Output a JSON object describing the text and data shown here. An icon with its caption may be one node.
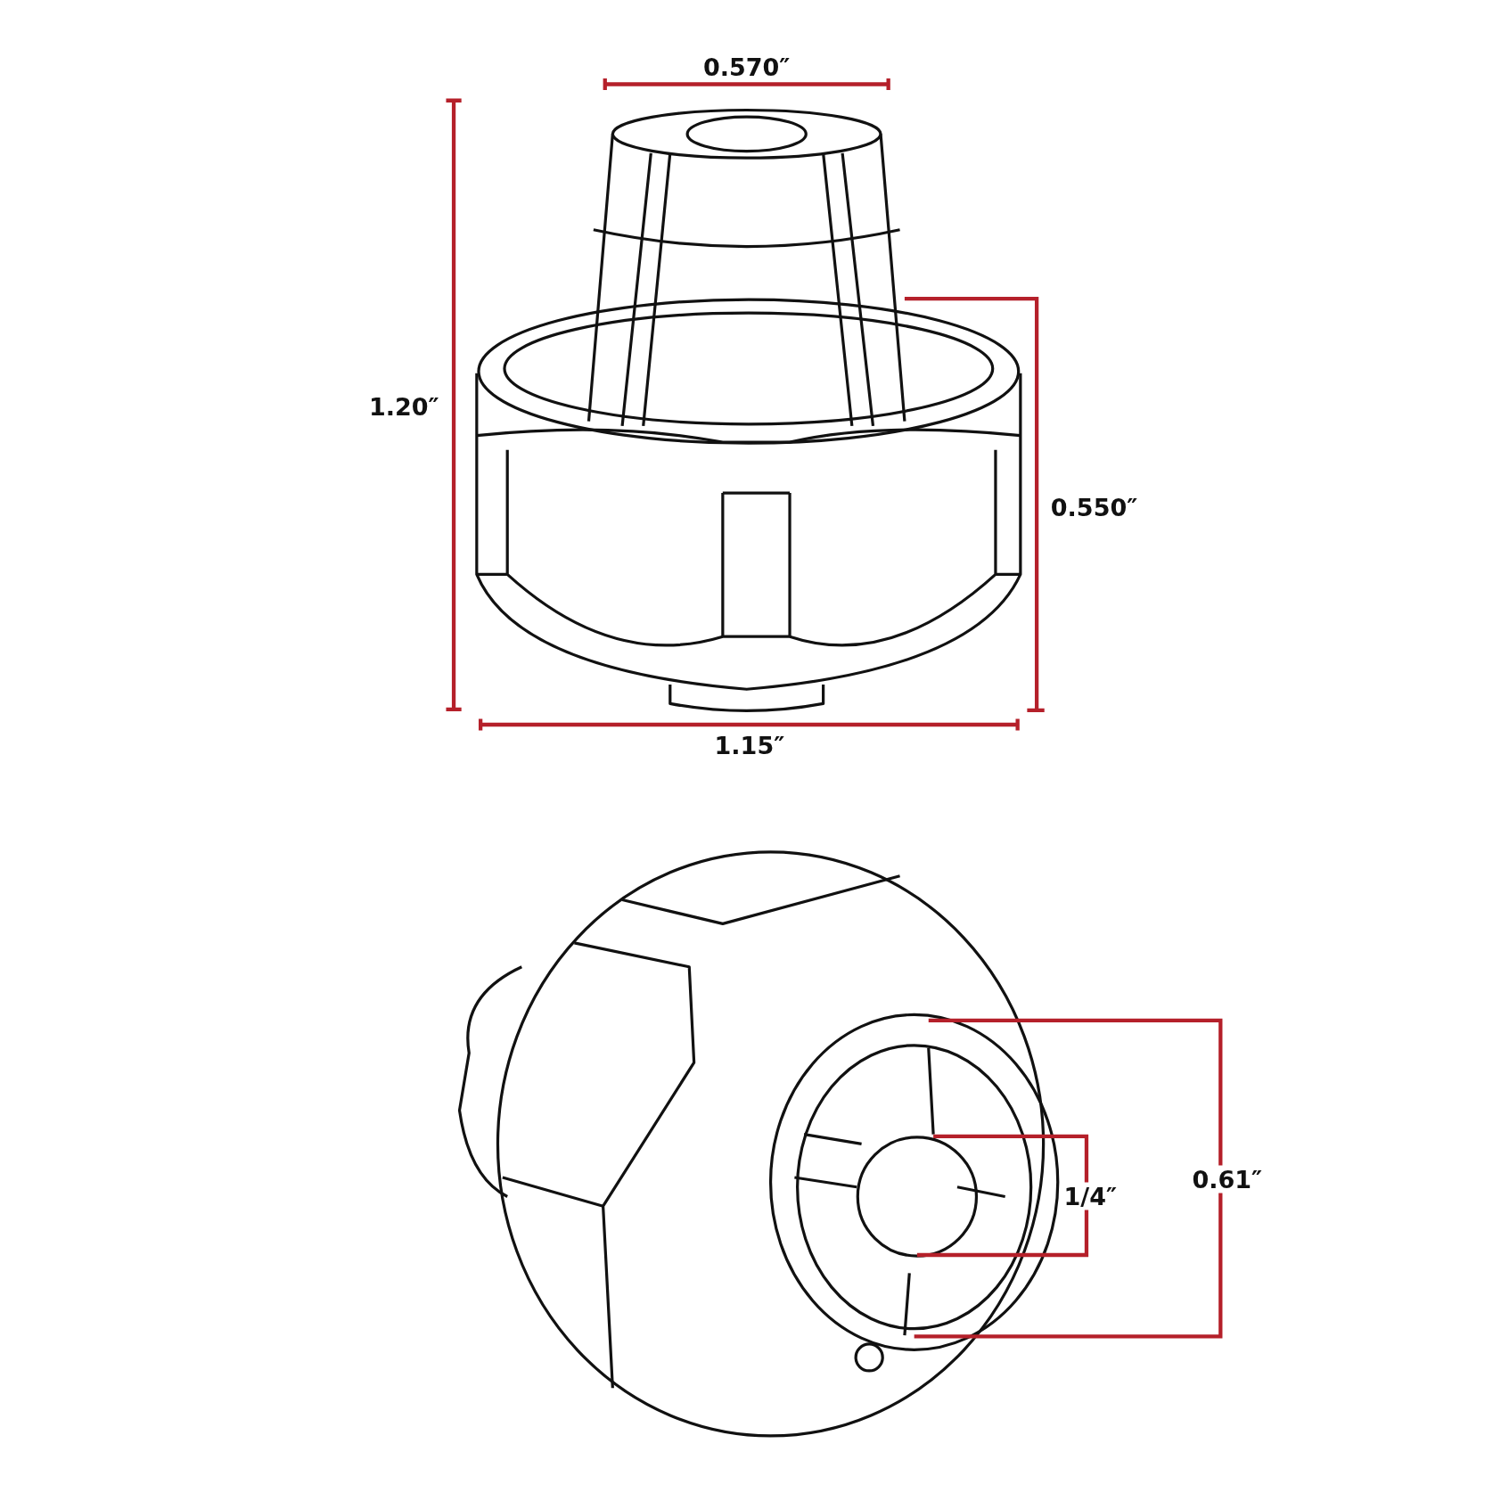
{
  "diagram": {
    "labels": [
      "0.570″",
      "1.20″",
      "0.550″",
      "1.15″",
      "1/4″",
      "0.61″"
    ]
  }
}
